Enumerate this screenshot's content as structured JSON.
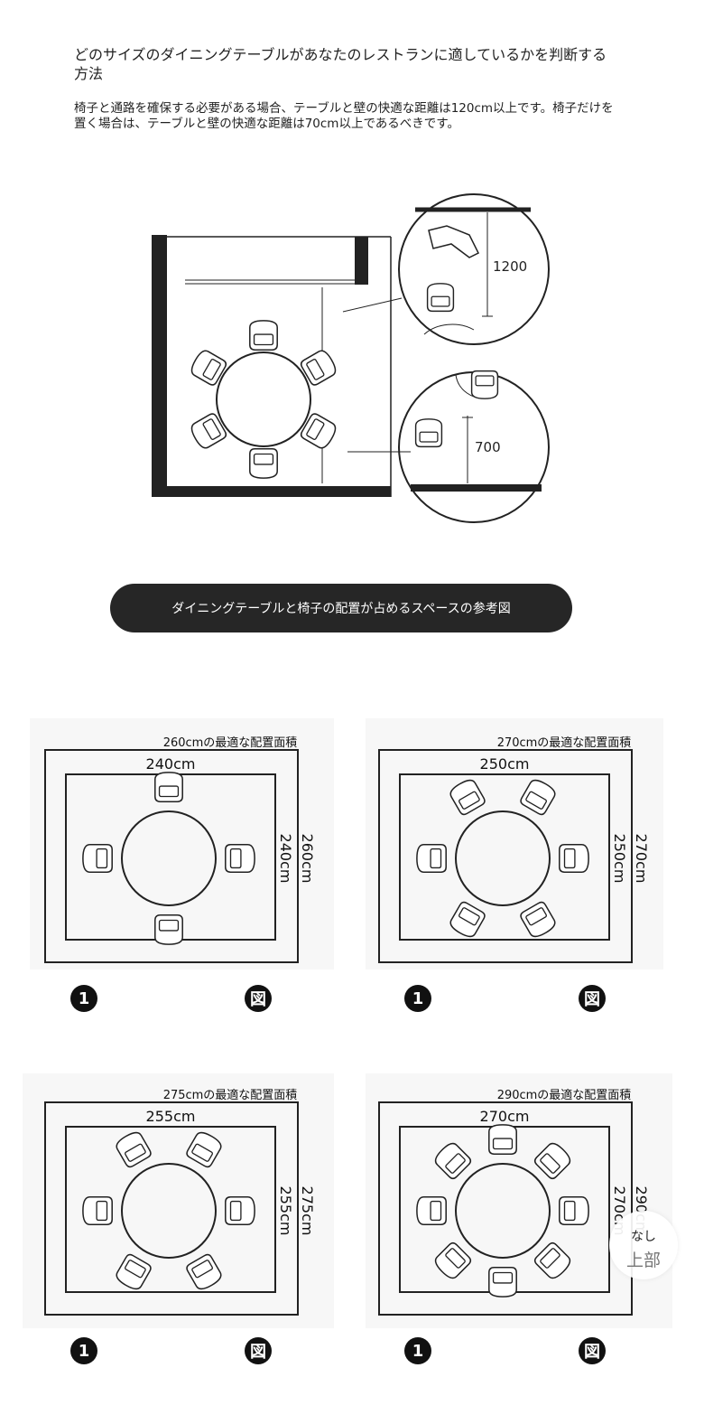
{
  "heading": "どのサイズのダイニングテーブルがあなたのレストランに適しているかを判断する方法",
  "description": "椅子と通路を確保する必要がある場合、テーブルと壁の快適な距離は120cm以上です。椅子だけを置く場合は、テーブルと壁の快適な距離は70cm以上であるべきです。",
  "diagram": {
    "dim_large": "1200",
    "dim_small": "700"
  },
  "caption": "ダイニングテーブルと椅子の配置が占めるスペースの参考図",
  "plans": [
    {
      "area_label": "260cmの最適な配置面積",
      "inner": "240cm",
      "inner_v": "240cm",
      "outer_v": "260cm",
      "chairs": 4,
      "badge_left": "1",
      "badge_right": "図"
    },
    {
      "area_label": "270cmの最適な配置面積",
      "inner": "250cm",
      "inner_v": "250cm",
      "outer_v": "270cm",
      "chairs": 6,
      "badge_left": "1",
      "badge_right": "図"
    },
    {
      "area_label": "275cmの最適な配置面積",
      "inner": "255cm",
      "inner_v": "255cm",
      "outer_v": "275cm",
      "chairs": 6,
      "badge_left": "1",
      "badge_right": "図"
    },
    {
      "area_label": "290cmの最適な配置面積",
      "inner": "270cm",
      "inner_v": "270cm",
      "outer_v": "290cm",
      "chairs": 8,
      "badge_left": "1",
      "badge_right": "図"
    }
  ],
  "back_to_top": {
    "line1": "なし",
    "line2": "上部"
  }
}
